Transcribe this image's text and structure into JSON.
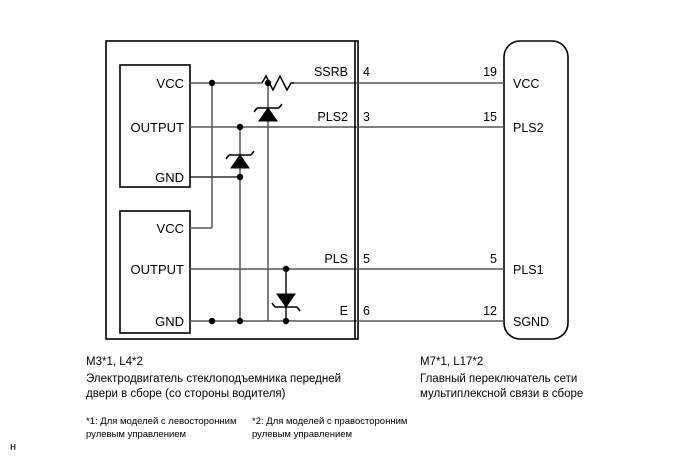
{
  "diagram": {
    "title_left_code": "M3*1, L4*2",
    "title_left_desc": "Электродвигатель стеклоподъемника передней\nдвери в сборе (со стороны водителя)",
    "title_right_code": "M7*1, L17*2",
    "title_right_desc": "Главный переключатель сети\nмультиплексной связи в сборе",
    "footnote_1": "*1: Для моделей с левосторонним\nрулевым управлением",
    "footnote_2": "*2: Для моделей с правосторонним\nрулевым управлением",
    "corner_mark": "н",
    "line_color": "#555555",
    "border_color": "#000000",
    "left_assembly": {
      "module_top": {
        "pins": [
          "VCC",
          "OUTPUT",
          "GND"
        ]
      },
      "module_bottom": {
        "pins": [
          "VCC",
          "OUTPUT",
          "GND"
        ]
      }
    },
    "connector_left_pins": [
      {
        "signal": "SSRB",
        "number": "4"
      },
      {
        "signal": "PLS2",
        "number": "3"
      },
      {
        "signal": "PLS",
        "number": "5"
      },
      {
        "signal": "E",
        "number": "6"
      }
    ],
    "connector_right_pins": [
      {
        "number": "19",
        "signal": "VCC"
      },
      {
        "number": "15",
        "signal": "PLS2"
      },
      {
        "number": "5",
        "signal": "PLS1"
      },
      {
        "number": "12",
        "signal": "SGND"
      }
    ],
    "components": {
      "resistor_label": "resistor",
      "zener_count": 3
    }
  }
}
